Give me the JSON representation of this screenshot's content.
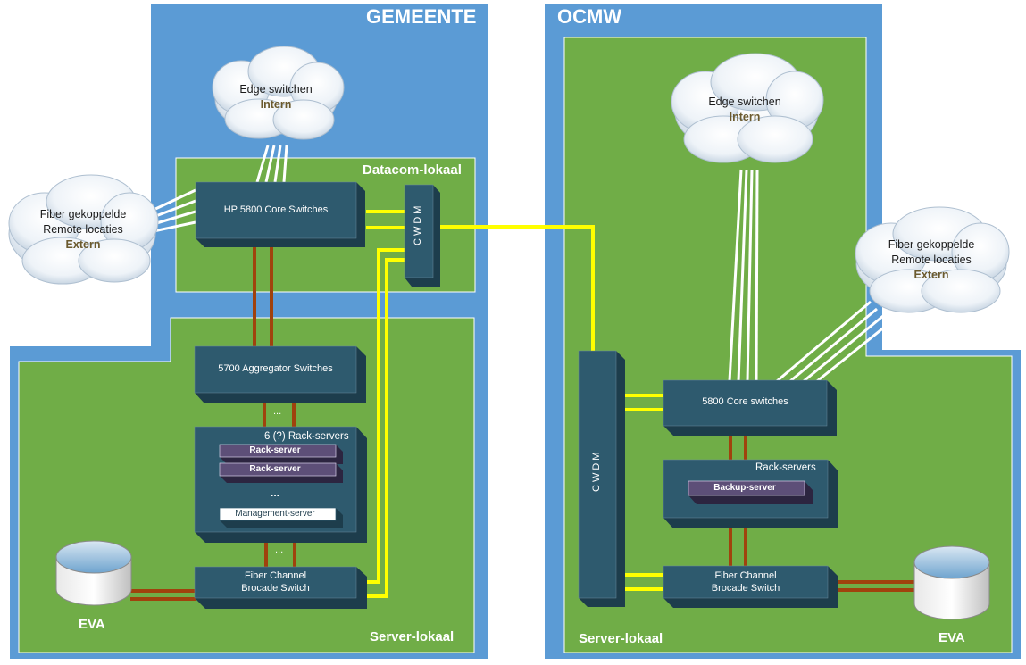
{
  "regions": {
    "gemeente": "GEMEENTE",
    "ocmw": "OCMW"
  },
  "rooms": {
    "datacom": "Datacom-lokaal",
    "server_left": "Server-lokaal",
    "server_right": "Server-lokaal"
  },
  "clouds": {
    "edge_left": {
      "line1": "Edge switchen",
      "line2": "Intern"
    },
    "fiber_left": {
      "line1": "Fiber gekoppelde",
      "line2": "Remote locaties",
      "line3": "Extern"
    },
    "edge_right": {
      "line1": "Edge switchen",
      "line2": "Intern"
    },
    "fiber_right": {
      "line1": "Fiber gekoppelde",
      "line2": "Remote locaties",
      "line3": "Extern"
    }
  },
  "boxes": {
    "core_left": "HP 5800 Core Switches",
    "cwdm_left": "CWDM",
    "aggregator": "5700 Aggregator Switches",
    "rack_left_title": "6 (?) Rack-servers",
    "rack_server_1": "Rack-server",
    "rack_server_2": "Rack-server",
    "rack_dots": "...",
    "mgmt_server": "Management-server",
    "fc_left_1": "Fiber Channel",
    "fc_left_2": "Brocade Switch",
    "cwdm_right": "CWDM",
    "core_right": "5800 Core switches",
    "rack_right_title": "Rack-servers",
    "backup_server": "Backup-server",
    "fc_right_1": "Fiber Channel",
    "fc_right_2": "Brocade Switch",
    "dots_top": "...",
    "dots_bottom": "..."
  },
  "storage": {
    "eva_left": "EVA",
    "eva_right": "EVA"
  },
  "colors": {
    "region_blue": "#5b9bd5",
    "room_green": "#70ad47",
    "box_dark": "#2e5a6e",
    "box_shadow": "#1d3d4c",
    "pill_purple": "#5d4f78",
    "yellow_link": "#ffff00",
    "brown_link": "#a0420d"
  }
}
